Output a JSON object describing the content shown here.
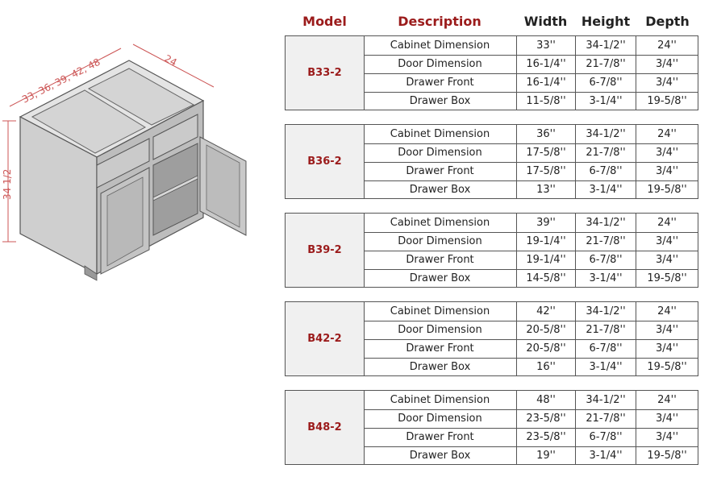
{
  "headers": {
    "model": "Model",
    "description": "Description",
    "width": "Width",
    "height": "Height",
    "depth": "Depth"
  },
  "illustration": {
    "width_label": "33, 36, 39, 42, 48",
    "depth_label": "24",
    "height_label": "34 1/2"
  },
  "colors": {
    "accent": "#9b1b1b",
    "model_bg": "#f0f0f0",
    "dimension_line": "#cc5555"
  },
  "groups": [
    {
      "model": "B33-2",
      "rows": [
        {
          "desc": "Cabinet Dimension",
          "w": "33''",
          "h": "34-1/2''",
          "d": "24''"
        },
        {
          "desc": "Door Dimension",
          "w": "16-1/4''",
          "h": "21-7/8''",
          "d": "3/4''"
        },
        {
          "desc": "Drawer Front",
          "w": "16-1/4''",
          "h": "6-7/8''",
          "d": "3/4''"
        },
        {
          "desc": "Drawer Box",
          "w": "11-5/8''",
          "h": "3-1/4''",
          "d": "19-5/8''"
        }
      ]
    },
    {
      "model": "B36-2",
      "rows": [
        {
          "desc": "Cabinet Dimension",
          "w": "36''",
          "h": "34-1/2''",
          "d": "24''"
        },
        {
          "desc": "Door Dimension",
          "w": "17-5/8''",
          "h": "21-7/8''",
          "d": "3/4''"
        },
        {
          "desc": "Drawer Front",
          "w": "17-5/8''",
          "h": "6-7/8''",
          "d": "3/4''"
        },
        {
          "desc": "Drawer Box",
          "w": "13''",
          "h": "3-1/4''",
          "d": "19-5/8''"
        }
      ]
    },
    {
      "model": "B39-2",
      "rows": [
        {
          "desc": "Cabinet Dimension",
          "w": "39''",
          "h": "34-1/2''",
          "d": "24''"
        },
        {
          "desc": "Door Dimension",
          "w": "19-1/4''",
          "h": "21-7/8''",
          "d": "3/4''"
        },
        {
          "desc": "Drawer Front",
          "w": "19-1/4''",
          "h": "6-7/8''",
          "d": "3/4''"
        },
        {
          "desc": "Drawer Box",
          "w": "14-5/8''",
          "h": "3-1/4''",
          "d": "19-5/8''"
        }
      ]
    },
    {
      "model": "B42-2",
      "rows": [
        {
          "desc": "Cabinet Dimension",
          "w": "42''",
          "h": "34-1/2''",
          "d": "24''"
        },
        {
          "desc": "Door Dimension",
          "w": "20-5/8''",
          "h": "21-7/8''",
          "d": "3/4''"
        },
        {
          "desc": "Drawer Front",
          "w": "20-5/8''",
          "h": "6-7/8''",
          "d": "3/4''"
        },
        {
          "desc": "Drawer Box",
          "w": "16''",
          "h": "3-1/4''",
          "d": "19-5/8''"
        }
      ]
    },
    {
      "model": "B48-2",
      "rows": [
        {
          "desc": "Cabinet Dimension",
          "w": "48''",
          "h": "34-1/2''",
          "d": "24''"
        },
        {
          "desc": "Door Dimension",
          "w": "23-5/8''",
          "h": "21-7/8''",
          "d": "3/4''"
        },
        {
          "desc": "Drawer Front",
          "w": "23-5/8''",
          "h": "6-7/8''",
          "d": "3/4''"
        },
        {
          "desc": "Drawer Box",
          "w": "19''",
          "h": "3-1/4''",
          "d": "19-5/8''"
        }
      ]
    }
  ]
}
